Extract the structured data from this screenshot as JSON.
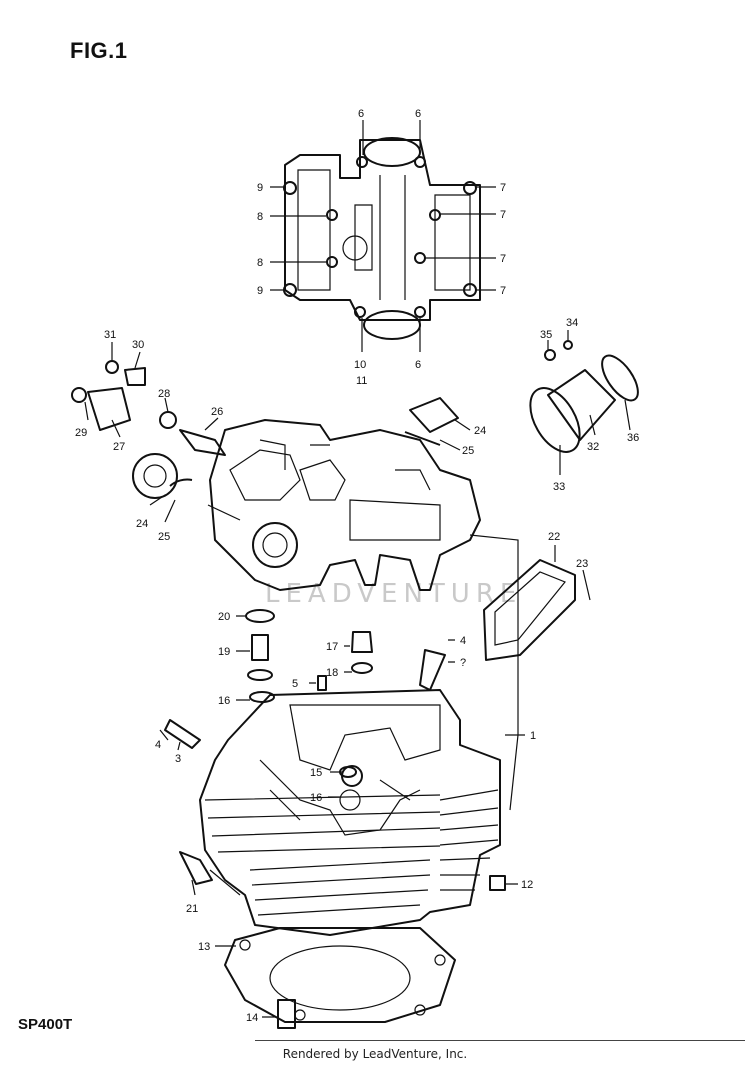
{
  "figure": {
    "title": "FIG.1",
    "model_code": "SP400T",
    "credit": "Rendered by LeadVenture, Inc.",
    "watermark": "LEADVENTURE"
  },
  "callouts": [
    "6",
    "6",
    "9",
    "7",
    "8",
    "7",
    "8",
    "7",
    "9",
    "7",
    "10",
    "11",
    "6",
    "31",
    "30",
    "29",
    "27",
    "28",
    "26",
    "24",
    "25",
    "35",
    "34",
    "33",
    "32",
    "36",
    "24",
    "25",
    "22",
    "23",
    "20",
    "17",
    "4",
    "?",
    "19",
    "5",
    "18",
    "16",
    "1",
    "4",
    "3",
    "15",
    "16",
    "12",
    "21",
    "13",
    "14"
  ]
}
